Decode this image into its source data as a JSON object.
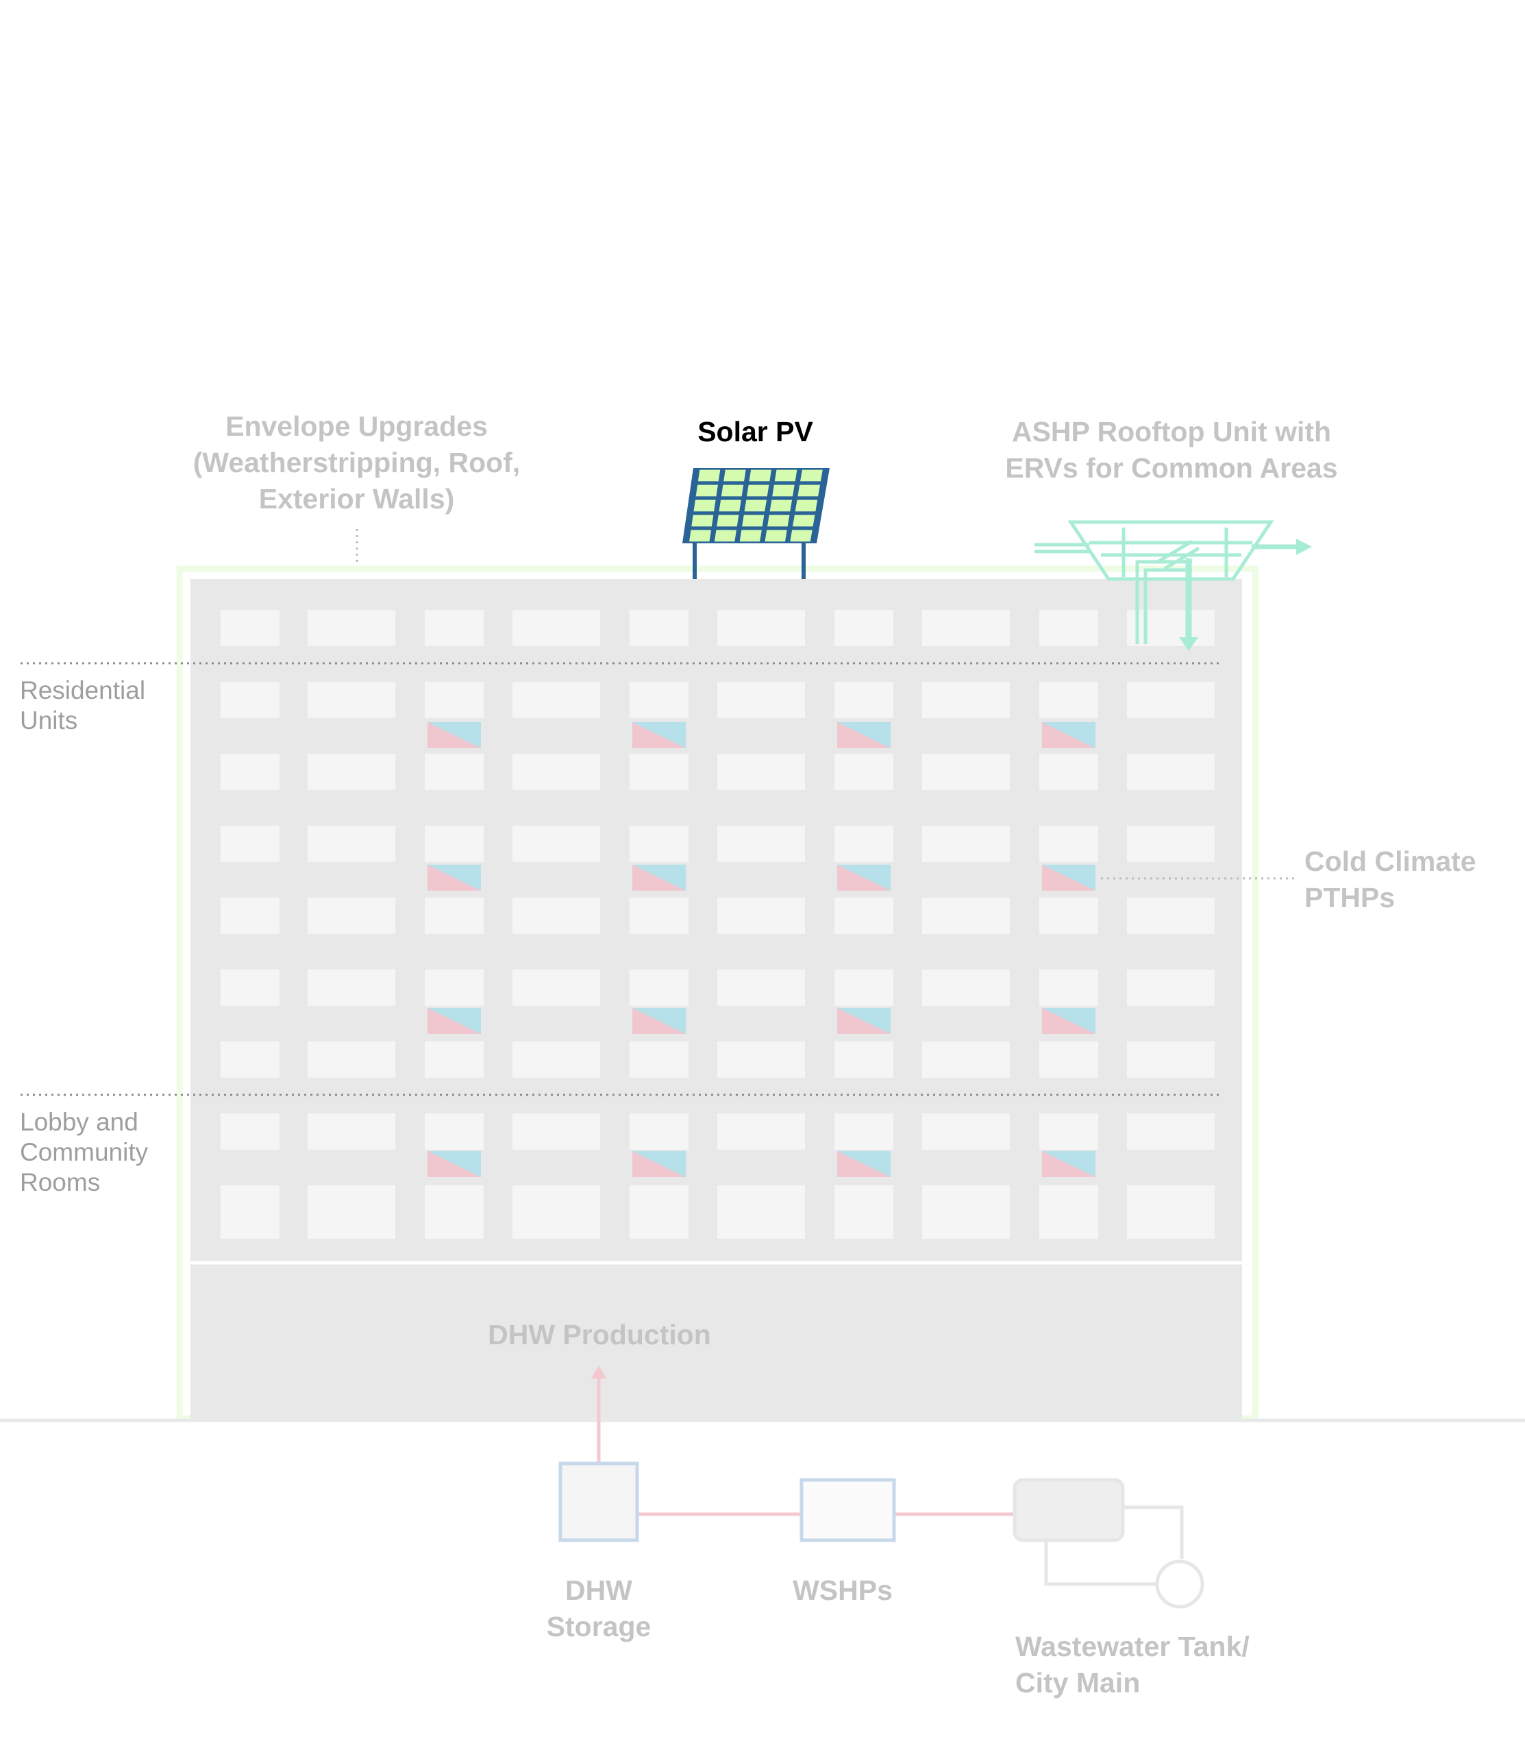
{
  "labels": {
    "envelope": [
      "Envelope Upgrades",
      "(Weatherstripping, Roof,",
      "Exterior Walls)"
    ],
    "solar": "Solar PV",
    "ashp": [
      "ASHP Rooftop Unit with",
      "ERVs for Common Areas"
    ],
    "residential": [
      "Residential",
      "Units"
    ],
    "lobby": [
      "Lobby and",
      "Community",
      "Rooms"
    ],
    "pthp": [
      "Cold Climate",
      "PTHPs"
    ],
    "dhw_production": "DHW Production",
    "dhw_storage": [
      "DHW",
      "Storage"
    ],
    "wshp": "WSHPs",
    "wastewater": [
      "Wastewater Tank/",
      "City Main"
    ]
  },
  "icons": {
    "solar": "solar-panel-icon",
    "ashp": "rooftop-unit-icon",
    "pthp": "pthp-unit-icon",
    "storage": "tank-icon",
    "wshp": "heat-pump-icon",
    "wastewater": "wastewater-tank-icon"
  },
  "colors": {
    "building": "#e8e8e8",
    "window": "#f5f5f5",
    "envelope_outline": "#eefce4",
    "solar_frame": "#2a6496",
    "solar_cell": "#d5fbb0",
    "ashp": "#a8ecd6",
    "pthp_warm": "#f0c6cf",
    "pthp_cool": "#b6e0ea",
    "pipe": "#f3c9cf",
    "equipment_outline": "#c6d8ea",
    "label_muted": "#c4c4c4",
    "label_active": "#000000"
  }
}
